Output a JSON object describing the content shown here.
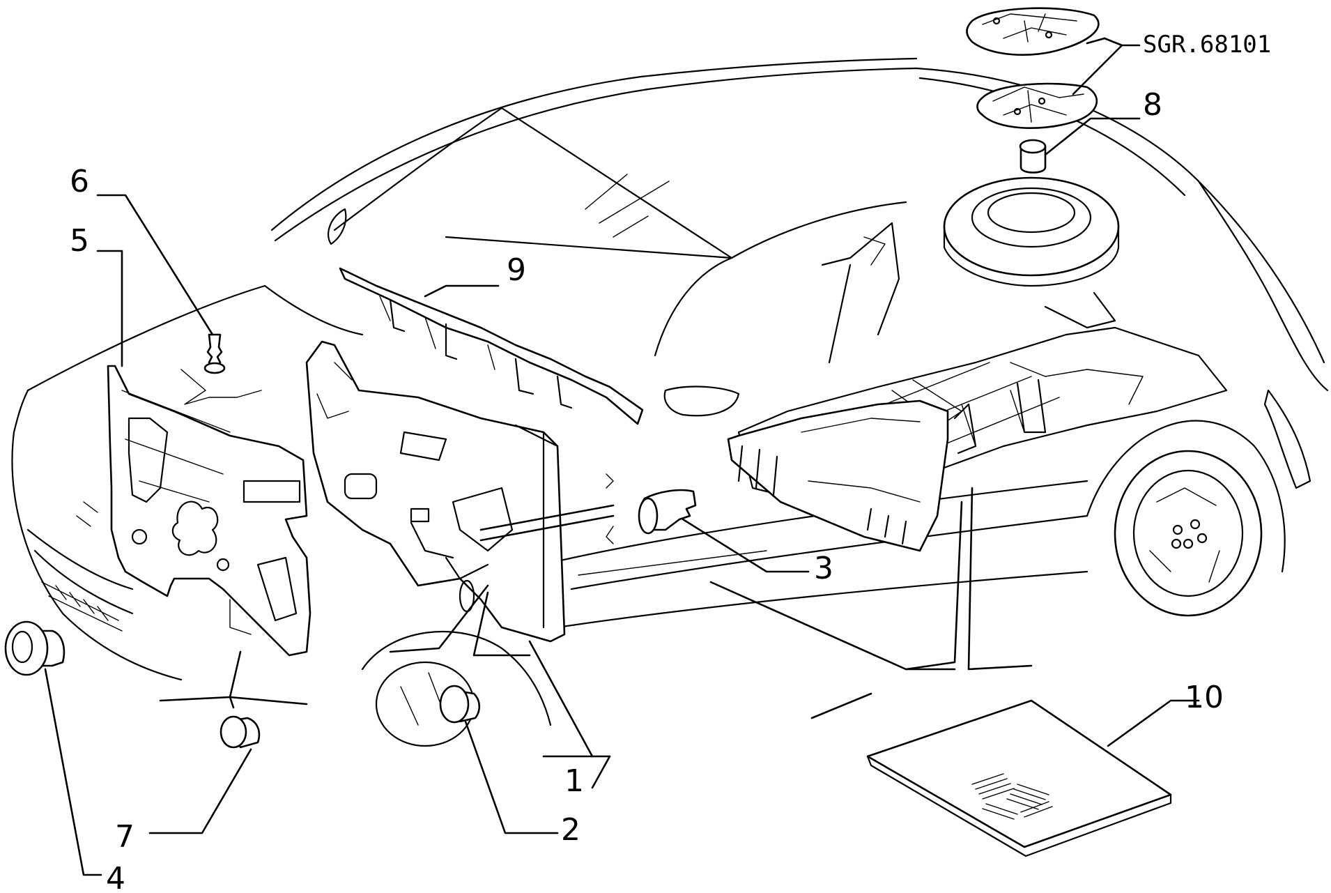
{
  "diagram": {
    "reference_code": "SGR.68101",
    "callouts": [
      "1",
      "2",
      "3",
      "4",
      "5",
      "6",
      "7",
      "8",
      "9",
      "10"
    ]
  }
}
